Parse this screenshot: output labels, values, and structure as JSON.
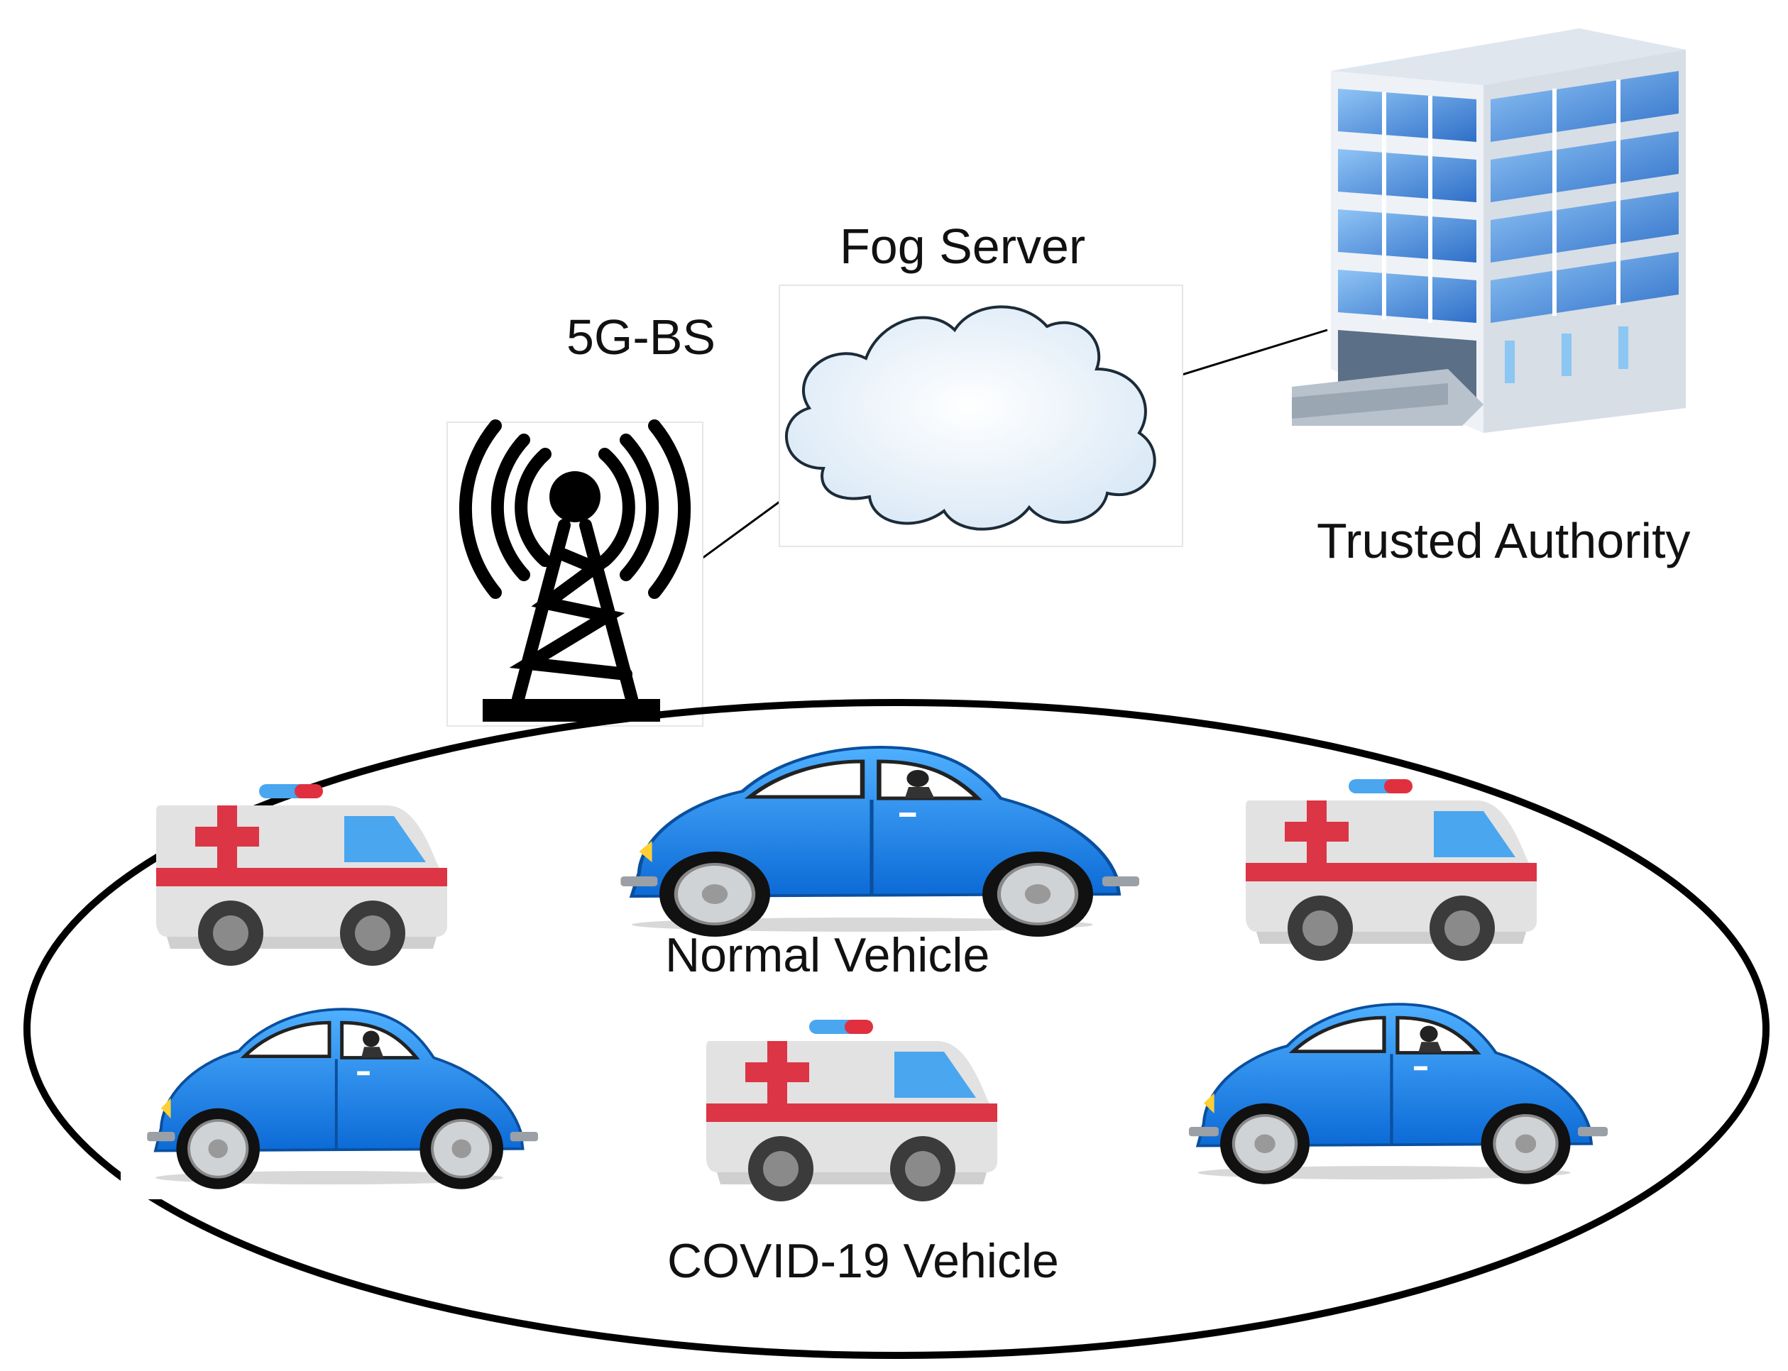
{
  "labels": {
    "base_station": "5G-BS",
    "fog_server": "Fog Server",
    "trusted_authority": "Trusted Authority",
    "normal_vehicle": "Normal Vehicle",
    "covid_vehicle": "COVID-19 Vehicle"
  },
  "colors": {
    "car_body": "#1f8fee",
    "car_body_dark": "#0a5fbf",
    "ambulance_body": "#e0e0e0",
    "ambulance_stripe": "#dc3545",
    "ambulance_window": "#4aa6ee",
    "tower": "#000000",
    "cloud_fill": "#eef5fb",
    "building_glass": "#3b7fd4",
    "building_frame": "#e8edf2"
  },
  "icons": [
    "cell-tower-icon",
    "cloud-icon",
    "office-building-icon",
    "car-icon",
    "ambulance-icon"
  ]
}
